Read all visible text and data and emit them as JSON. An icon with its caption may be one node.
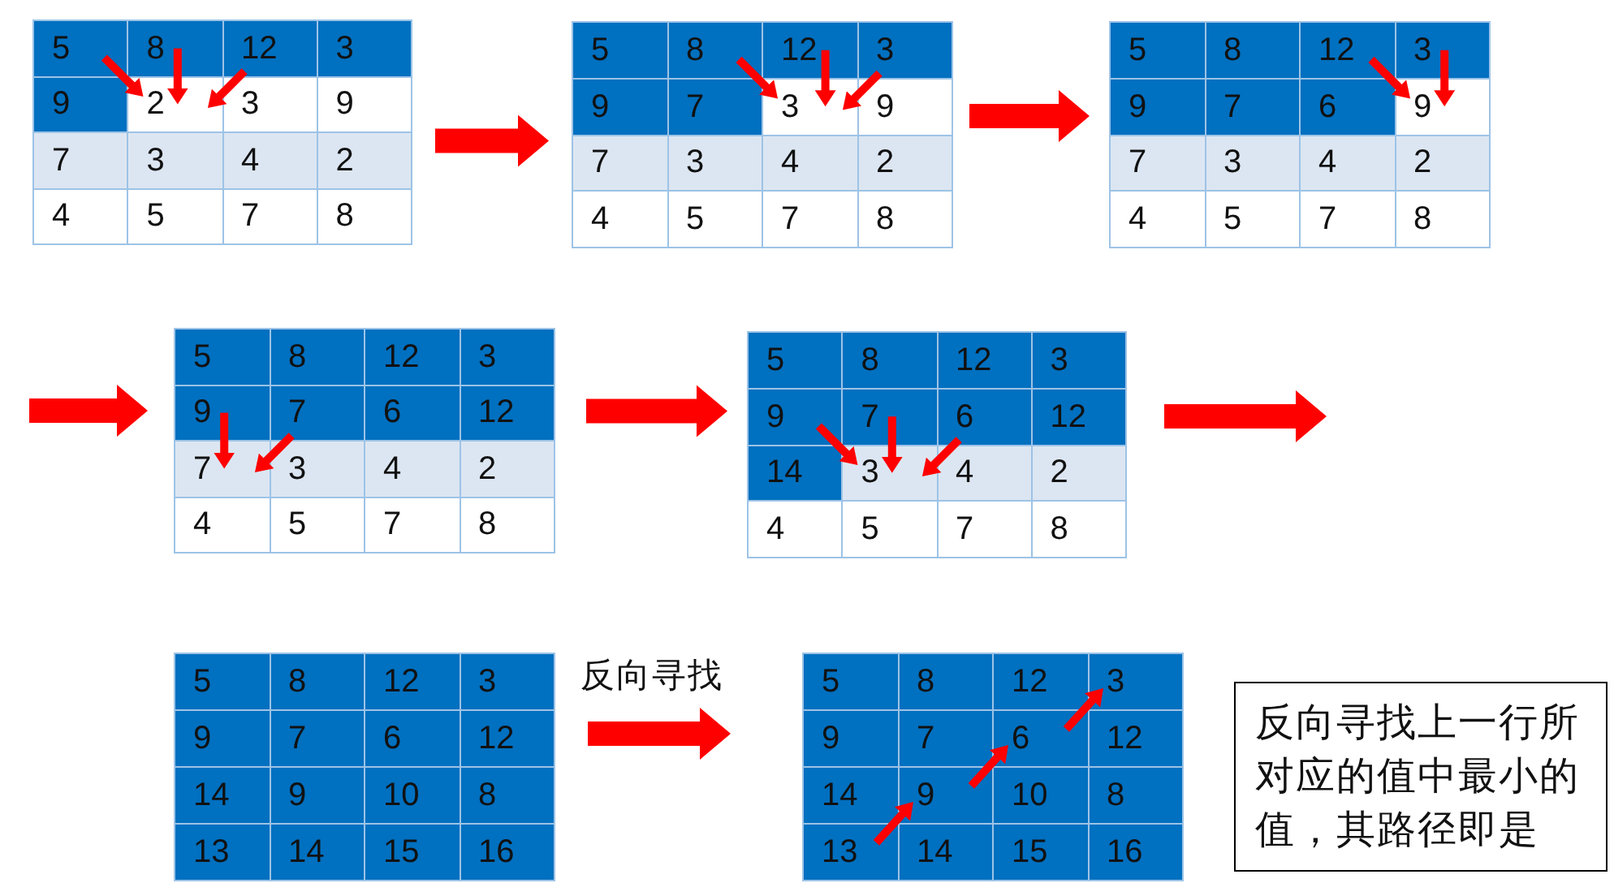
{
  "diagram": {
    "nodes": [
      {
        "text": [],
        "shape": "box"
      },
      {
        "text": [
          "5"
        ],
        "in": 0
      },
      {
        "text": [
          "8"
        ],
        "in": 0
      },
      {
        "text": [
          "12"
        ],
        "in": 0
      },
      {
        "text": [
          "3"
        ],
        "in": 0
      },
      {
        "text": [
          "9"
        ],
        "in": 0
      },
      {
        "text": [
          "2"
        ],
        "in": 0
      },
      {
        "text": [
          "3"
        ],
        "in": 0
      },
      {
        "text": [
          "9"
        ],
        "in": 0
      },
      {
        "text": [
          "7"
        ],
        "in": 0
      },
      {
        "text": [
          "3"
        ],
        "in": 0
      },
      {
        "text": [
          "4"
        ],
        "in": 0
      },
      {
        "text": [
          "2"
        ],
        "in": 0
      },
      {
        "text": [
          "4"
        ],
        "in": 0
      },
      {
        "text": [
          "5"
        ],
        "in": 0
      },
      {
        "text": [
          "7"
        ],
        "in": 0
      },
      {
        "text": [
          "8"
        ],
        "in": 0
      },
      {
        "text": [],
        "shape": "box"
      },
      {
        "text": [
          "5"
        ],
        "in": 17
      },
      {
        "text": [
          "8"
        ],
        "in": 17
      },
      {
        "text": [
          "12"
        ],
        "in": 17
      },
      {
        "text": [
          "3"
        ],
        "in": 17
      },
      {
        "text": [
          "9"
        ],
        "in": 17
      },
      {
        "text": [
          "7"
        ],
        "in": 17
      },
      {
        "text": [
          "3"
        ],
        "in": 17
      },
      {
        "text": [
          "9"
        ],
        "in": 17
      },
      {
        "text": [
          "7"
        ],
        "in": 17
      },
      {
        "text": [
          "3"
        ],
        "in": 17
      },
      {
        "text": [
          "4"
        ],
        "in": 17
      },
      {
        "text": [
          "2"
        ],
        "in": 17
      },
      {
        "text": [
          "4"
        ],
        "in": 17
      },
      {
        "text": [
          "5"
        ],
        "in": 17
      },
      {
        "text": [
          "7"
        ],
        "in": 17
      },
      {
        "text": [
          "8"
        ],
        "in": 17
      },
      {
        "text": [],
        "shape": "box"
      },
      {
        "text": [
          "5"
        ],
        "in": 34
      },
      {
        "text": [
          "8"
        ],
        "in": 34
      },
      {
        "text": [
          "12"
        ],
        "in": 34
      },
      {
        "text": [
          "3"
        ],
        "in": 34
      },
      {
        "text": [
          "9"
        ],
        "in": 34
      },
      {
        "text": [
          "7"
        ],
        "in": 34
      },
      {
        "text": [
          "6"
        ],
        "in": 34
      },
      {
        "text": [
          "9"
        ],
        "in": 34
      },
      {
        "text": [
          "7"
        ],
        "in": 34
      },
      {
        "text": [
          "3"
        ],
        "in": 34
      },
      {
        "text": [
          "4"
        ],
        "in": 34
      },
      {
        "text": [
          "2"
        ],
        "in": 34
      },
      {
        "text": [
          "4"
        ],
        "in": 34
      },
      {
        "text": [
          "5"
        ],
        "in": 34
      },
      {
        "text": [
          "7"
        ],
        "in": 34
      },
      {
        "text": [
          "8"
        ],
        "in": 34
      },
      {
        "text": [],
        "shape": "box"
      },
      {
        "text": [
          "5"
        ],
        "in": 51
      },
      {
        "text": [
          "8"
        ],
        "in": 51
      },
      {
        "text": [
          "12"
        ],
        "in": 51
      },
      {
        "text": [
          "3"
        ],
        "in": 51
      },
      {
        "text": [
          "9"
        ],
        "in": 51
      },
      {
        "text": [
          "7"
        ],
        "in": 51
      },
      {
        "text": [
          "6"
        ],
        "in": 51
      },
      {
        "text": [
          "12"
        ],
        "in": 51
      },
      {
        "text": [
          "7"
        ],
        "in": 51
      },
      {
        "text": [
          "3"
        ],
        "in": 51
      },
      {
        "text": [
          "4"
        ],
        "in": 51
      },
      {
        "text": [
          "2"
        ],
        "in": 51
      },
      {
        "text": [
          "4"
        ],
        "in": 51
      },
      {
        "text": [
          "5"
        ],
        "in": 51
      },
      {
        "text": [
          "7"
        ],
        "in": 51
      },
      {
        "text": [
          "8"
        ],
        "in": 51
      },
      {
        "text": [],
        "shape": "box"
      },
      {
        "text": [
          "5"
        ],
        "in": 68
      },
      {
        "text": [
          "8"
        ],
        "in": 68
      },
      {
        "text": [
          "12"
        ],
        "in": 68
      },
      {
        "text": [
          "3"
        ],
        "in": 68
      },
      {
        "text": [
          "9"
        ],
        "in": 68
      },
      {
        "text": [
          "7"
        ],
        "in": 68
      },
      {
        "text": [
          "6"
        ],
        "in": 68
      },
      {
        "text": [
          "12"
        ],
        "in": 68
      },
      {
        "text": [
          "14"
        ],
        "in": 68
      },
      {
        "text": [
          "3"
        ],
        "in": 68
      },
      {
        "text": [
          "4"
        ],
        "in": 68
      },
      {
        "text": [
          "2"
        ],
        "in": 68
      },
      {
        "text": [
          "4"
        ],
        "in": 68
      },
      {
        "text": [
          "5"
        ],
        "in": 68
      },
      {
        "text": [
          "7"
        ],
        "in": 68
      },
      {
        "text": [
          "8"
        ],
        "in": 68
      },
      {
        "text": [],
        "shape": "box"
      },
      {
        "text": [
          "5"
        ],
        "in": 85
      },
      {
        "text": [
          "8"
        ],
        "in": 85
      },
      {
        "text": [
          "12"
        ],
        "in": 85
      },
      {
        "text": [
          "3"
        ],
        "in": 85
      },
      {
        "text": [
          "9"
        ],
        "in": 85
      },
      {
        "text": [
          "7"
        ],
        "in": 85
      },
      {
        "text": [
          "6"
        ],
        "in": 85
      },
      {
        "text": [
          "12"
        ],
        "in": 85
      },
      {
        "text": [
          "14"
        ],
        "in": 85
      },
      {
        "text": [
          "9"
        ],
        "in": 85
      },
      {
        "text": [
          "10"
        ],
        "in": 85
      },
      {
        "text": [
          "8"
        ],
        "in": 85
      },
      {
        "text": [
          "13"
        ],
        "in": 85
      },
      {
        "text": [
          "14"
        ],
        "in": 85
      },
      {
        "text": [
          "15"
        ],
        "in": 85
      },
      {
        "text": [
          "16"
        ],
        "in": 85
      },
      {
        "text": [],
        "shape": "box"
      },
      {
        "text": [
          "5"
        ],
        "in": 102
      },
      {
        "text": [
          "8"
        ],
        "in": 102
      },
      {
        "text": [
          "12"
        ],
        "in": 102
      },
      {
        "text": [
          "3"
        ],
        "in": 102
      },
      {
        "text": [
          "9"
        ],
        "in": 102
      },
      {
        "text": [
          "7"
        ],
        "in": 102
      },
      {
        "text": [
          "6"
        ],
        "in": 102
      },
      {
        "text": [
          "12"
        ],
        "in": 102
      },
      {
        "text": [
          "14"
        ],
        "in": 102
      },
      {
        "text": [
          "9"
        ],
        "in": 102
      },
      {
        "text": [
          "10"
        ],
        "in": 102
      },
      {
        "text": [
          "8"
        ],
        "in": 102
      },
      {
        "text": [
          "13"
        ],
        "in": 102
      },
      {
        "text": [
          "14"
        ],
        "in": 102
      },
      {
        "text": [
          "15"
        ],
        "in": 102
      },
      {
        "text": [
          "16"
        ],
        "in": 102
      },
      {
        "text": [
          "反向寻找上一行所对应的值中最小的值，其路径即是"
        ]
      }
    ],
    "edges": [
      {
        "from": 1,
        "to": 6,
        "arrow": "to"
      },
      {
        "from": 2,
        "to": 6,
        "arrow": "to"
      },
      {
        "from": 3,
        "to": 6,
        "arrow": "to"
      },
      {
        "from": 0,
        "to": 17,
        "arrow": "to",
        "style": "thick"
      },
      {
        "from": 19,
        "to": 24,
        "arrow": "to"
      },
      {
        "from": 20,
        "to": 24,
        "arrow": "to"
      },
      {
        "from": 21,
        "to": 24,
        "arrow": "to"
      },
      {
        "from": 17,
        "to": 34,
        "arrow": "to",
        "style": "thick"
      },
      {
        "from": 37,
        "to": 42,
        "arrow": "to"
      },
      {
        "from": 38,
        "to": 42,
        "arrow": "to"
      },
      {
        "from": null,
        "to": 51,
        "arrow": "to",
        "style": "thick"
      },
      {
        "from": 56,
        "to": 60,
        "arrow": "to"
      },
      {
        "from": 57,
        "to": 60,
        "arrow": "to"
      },
      {
        "from": 51,
        "to": 68,
        "arrow": "to",
        "style": "thick"
      },
      {
        "from": 73,
        "to": 78,
        "arrow": "to"
      },
      {
        "from": 74,
        "to": 78,
        "arrow": "to"
      },
      {
        "from": 75,
        "to": 78,
        "arrow": "to"
      },
      {
        "from": 68,
        "to": null,
        "arrow": "to",
        "style": "thick"
      },
      {
        "from": 85,
        "to": 102,
        "arrow": "to",
        "style": "thick",
        "label": "反向寻找"
      },
      {
        "from": 115,
        "to": 112,
        "arrow": "to"
      },
      {
        "from": 112,
        "to": 109,
        "arrow": "to"
      },
      {
        "from": 109,
        "to": 106,
        "arrow": "to"
      }
    ]
  }
}
